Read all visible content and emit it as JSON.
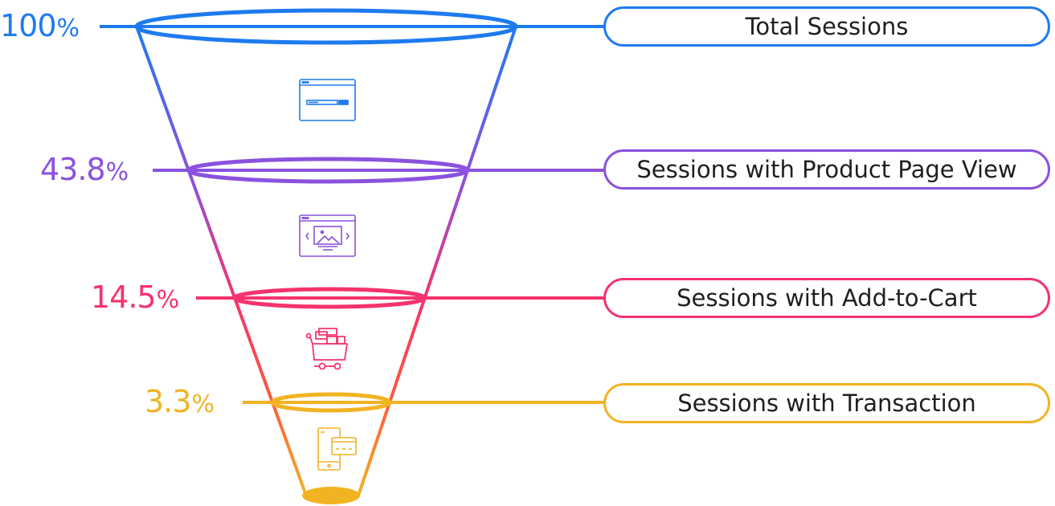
{
  "diagram": {
    "type": "funnel",
    "stages": [
      {
        "id": "total",
        "percent": "100",
        "percent_symbol": "%",
        "label": "Total Sessions",
        "color": "#1E7BEF",
        "icon": "browser-window-search-icon"
      },
      {
        "id": "product",
        "percent": "43.8",
        "percent_symbol": "%",
        "label": "Sessions with Product Page View",
        "color": "#8A52DE",
        "icon": "browser-image-carousel-icon"
      },
      {
        "id": "cart",
        "percent": "14.5",
        "percent_symbol": "%",
        "label": "Sessions with Add-to-Cart",
        "color": "#F5336E",
        "icon": "shopping-cart-icon"
      },
      {
        "id": "transaction",
        "percent": "3.3",
        "percent_symbol": "%",
        "label": "Sessions with Transaction",
        "color": "#F2B323",
        "icon": "mobile-payment-card-icon"
      }
    ]
  },
  "chart_data": {
    "type": "funnel",
    "categories": [
      "Total Sessions",
      "Sessions with Product Page View",
      "Sessions with Add-to-Cart",
      "Sessions with Transaction"
    ],
    "values": [
      100,
      43.8,
      14.5,
      3.3
    ],
    "unit": "%",
    "title": ""
  }
}
